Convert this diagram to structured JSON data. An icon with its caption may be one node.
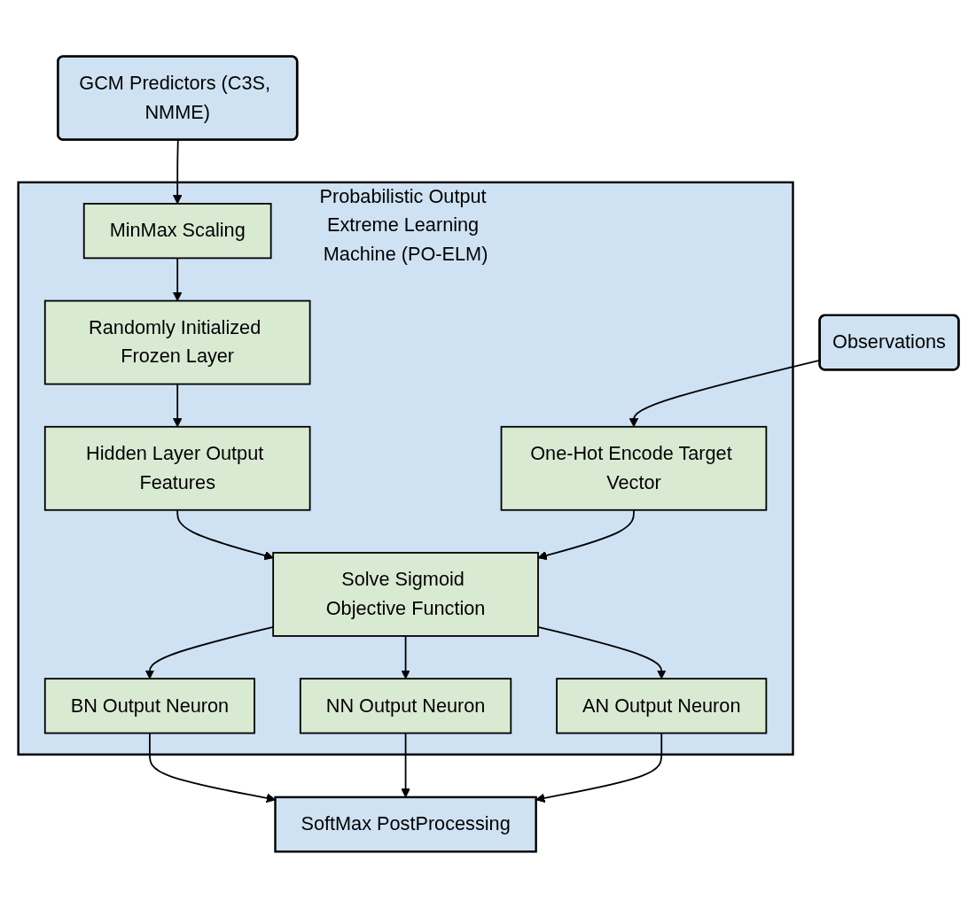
{
  "diagram": {
    "nodes": [
      {
        "text": [
          "GCM Predictors (C3S, NMME)"
        ]
      },
      {
        "text": [
          "Probabilistic Output Extreme Learning Machine (PO-ELM)"
        ]
      },
      {
        "text": [
          "MinMax Scaling"
        ],
        "in": 1
      },
      {
        "text": [
          "Randomly Initialized Frozen Layer"
        ],
        "in": 1
      },
      {
        "text": [
          "Hidden Layer Output Features"
        ],
        "in": 1
      },
      {
        "text": [
          "One-Hot Encode Target Vector"
        ],
        "in": 1
      },
      {
        "text": [
          "Solve Sigmoid Objective Function"
        ],
        "in": 1
      },
      {
        "text": [
          "BN Output Neuron"
        ],
        "in": 1
      },
      {
        "text": [
          "NN Output Neuron"
        ],
        "in": 1
      },
      {
        "text": [
          "AN Output Neuron"
        ],
        "in": 1
      },
      {
        "text": [
          "Observations"
        ]
      },
      {
        "text": [
          "SoftMax PostProcessing"
        ]
      }
    ],
    "edges": [
      {
        "from": 0,
        "to": 2,
        "arrow": "to"
      },
      {
        "from": 2,
        "to": 3,
        "arrow": "to"
      },
      {
        "from": 3,
        "to": 4,
        "arrow": "to"
      },
      {
        "from": 10,
        "to": 5,
        "arrow": "to"
      },
      {
        "from": 4,
        "to": 6,
        "arrow": "to"
      },
      {
        "from": 5,
        "to": 6,
        "arrow": "to"
      },
      {
        "from": 6,
        "to": 7,
        "arrow": "to"
      },
      {
        "from": 6,
        "to": 8,
        "arrow": "to"
      },
      {
        "from": 6,
        "to": 9,
        "arrow": "to"
      },
      {
        "from": 7,
        "to": 11,
        "arrow": "to"
      },
      {
        "from": 8,
        "to": 11,
        "arrow": "to"
      },
      {
        "from": 9,
        "to": 11,
        "arrow": "to"
      }
    ]
  }
}
